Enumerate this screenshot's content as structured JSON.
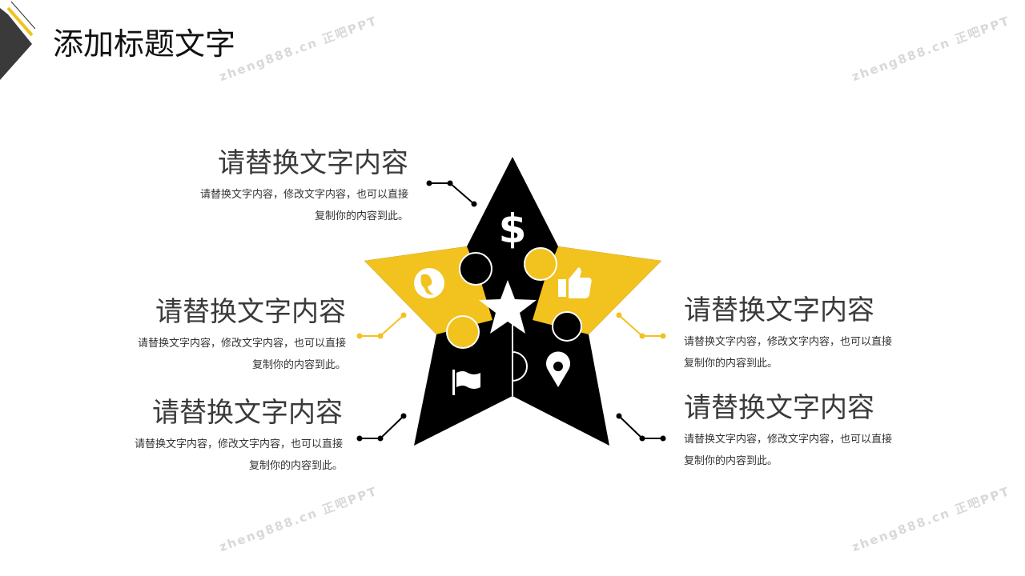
{
  "title": "添加标题文字",
  "blocks": [
    {
      "heading": "请替换文字内容",
      "line1": "请替换文字内容，修改文字内容，也可以直接",
      "line2": "复制你的内容到此。"
    },
    {
      "heading": "请替换文字内容",
      "line1": "请替换文字内容，修改文字内容，也可以直接",
      "line2": "复制你的内容到此。"
    },
    {
      "heading": "请替换文字内容",
      "line1": "请替换文字内容，修改文字内容，也可以直接",
      "line2": "复制你的内容到此。"
    },
    {
      "heading": "请替换文字内容",
      "line1": "请替换文字内容，修改文字内容，也可以直接",
      "line2": "复制你的内容到此。"
    },
    {
      "heading": "请替换文字内容",
      "line1": "请替换文字内容，修改文字内容，也可以直接",
      "line2": "复制你的内容到此。"
    }
  ],
  "watermark": "zheng888.cn 正吧PPT",
  "colors": {
    "accent": "#f2c21e",
    "dark": "#000000",
    "corner": "#3a3a3a"
  },
  "icons": [
    "dollar-icon",
    "globe-icon",
    "thumbs-up-icon",
    "star-icon",
    "flag-icon",
    "map-pin-icon"
  ]
}
